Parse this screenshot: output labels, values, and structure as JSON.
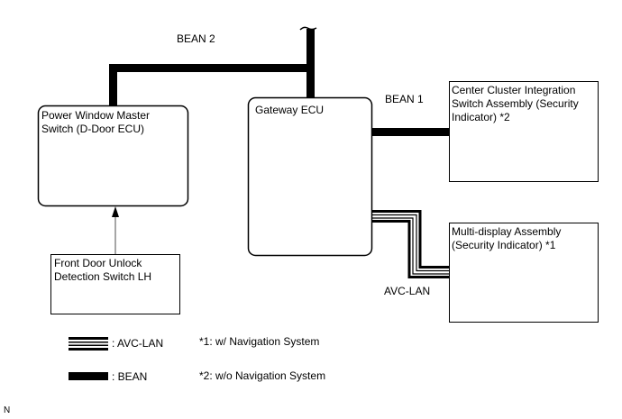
{
  "diagram": {
    "bus_labels": {
      "bean2": "BEAN 2",
      "bean1": "BEAN 1",
      "avc_lan": "AVC-LAN"
    },
    "nodes": {
      "power_window": {
        "line1": "Power Window Master",
        "line2": "Switch (D-Door ECU)"
      },
      "gateway": {
        "line1": "Gateway ECU"
      },
      "center_cluster": {
        "line1": "Center Cluster Integration",
        "line2": "Switch Assembly (Security",
        "line3": "Indicator) *2"
      },
      "multi_display": {
        "line1": "Multi-display Assembly",
        "line2": "(Security Indicator) *1"
      },
      "front_door": {
        "line1": "Front Door Unlock",
        "line2": "Detection Switch LH"
      }
    },
    "legend": {
      "avc_lan": ": AVC-LAN",
      "bean": ": BEAN"
    },
    "notes": {
      "note1": "*1: w/ Navigation System",
      "note2": "*2: w/o Navigation System"
    },
    "corner_mark": "N"
  }
}
